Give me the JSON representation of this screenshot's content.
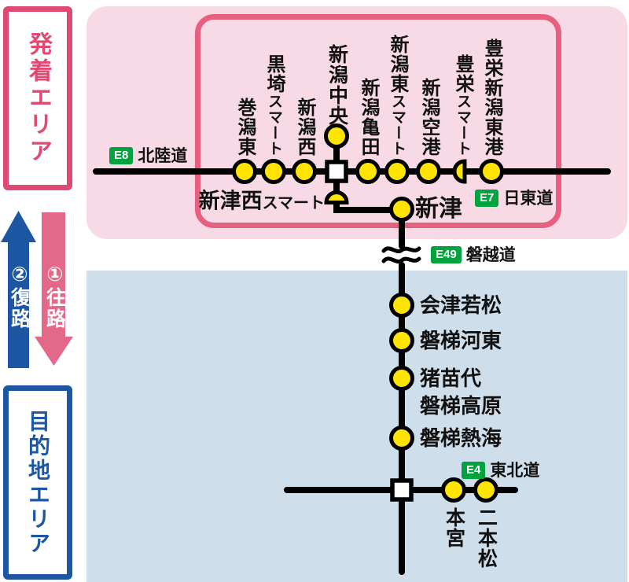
{
  "colors": {
    "pink_bg": "#f8dae6",
    "blue_bg": "#cfdeeb",
    "pink_accent": "#e04a72",
    "pink_border_inner": "#e8607f",
    "pink_arrow": "#e4688a",
    "blue_accent": "#1d57a4",
    "yellow": "#ffe400",
    "green_badge": "#00a33e",
    "line": "#000000"
  },
  "legend": {
    "departure_area": "発着エリア",
    "destination_area": "目的地エリア",
    "outbound": "①往路",
    "return": "②復路"
  },
  "roads": {
    "hokuriku": {
      "badge": "E8",
      "name": "北陸道"
    },
    "nihonkai_tohoku": {
      "badge": "E7",
      "name": "日東道"
    },
    "banetsu": {
      "badge": "E49",
      "name": "磐越道"
    },
    "tohoku": {
      "badge": "E4",
      "name": "東北道"
    }
  },
  "stations": {
    "top": [
      {
        "name": "巻潟東",
        "marker": "circle"
      },
      {
        "main": "黒埼",
        "suffix": "スマート",
        "marker": "circle"
      },
      {
        "name": "新潟西",
        "marker": "circle"
      },
      {
        "name": "新潟中央",
        "marker": "circle-above-junction"
      },
      {
        "name": "新潟亀田",
        "marker": "circle"
      },
      {
        "main": "新潟東",
        "suffix": "スマート",
        "marker": "circle"
      },
      {
        "name": "新潟空港",
        "marker": "circle"
      },
      {
        "main": "豊栄",
        "suffix": "スマート",
        "marker": "half-circle"
      },
      {
        "name": "豊栄新潟東港",
        "marker": "circle"
      }
    ],
    "niitsu_nishi": {
      "main": "新津西",
      "suffix": "スマート",
      "marker": "half-circle"
    },
    "niitsu": {
      "name": "新津",
      "marker": "circle"
    },
    "banetsu_line": [
      {
        "name": "会津若松",
        "marker": "circle"
      },
      {
        "name": "磐梯河東",
        "marker": "circle"
      },
      {
        "name": "猪苗代",
        "marker": "circle"
      },
      {
        "name": "磐梯高原",
        "marker": "none"
      },
      {
        "name": "磐梯熱海",
        "marker": "circle"
      }
    ],
    "tohoku_line": [
      {
        "name": "本宮",
        "marker": "circle"
      },
      {
        "name": "二本松",
        "marker": "circle"
      }
    ]
  }
}
